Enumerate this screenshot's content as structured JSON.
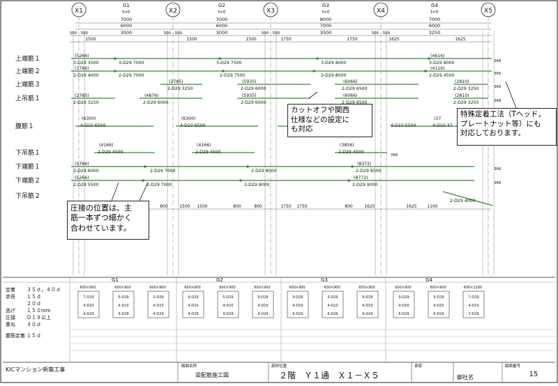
{
  "grid_axes": [
    "X1",
    "X2",
    "X3",
    "X4",
    "X5"
  ],
  "spans": [
    {
      "name": "G1",
      "note": "t=0",
      "dims": [
        "7000",
        "6000",
        "3000"
      ]
    },
    {
      "name": "G2",
      "note": "t=0",
      "dims": [
        "7000",
        "6000",
        "3000"
      ]
    },
    {
      "name": "G3",
      "note": "t=0",
      "dims": [
        "8000",
        "7000",
        "3500"
      ]
    },
    {
      "name": "G4",
      "note": "t=0",
      "dims": [
        "7000",
        "6000",
        "3250"
      ]
    }
  ],
  "support_labels": [
    "500",
    "500",
    "500",
    "500",
    "500",
    "500",
    "500",
    "500"
  ],
  "top_dims": [
    "1500",
    "1500",
    "1500",
    "1750",
    "1750",
    "1625",
    "1625"
  ],
  "rows": [
    {
      "label": "上端筋１"
    },
    {
      "label": "上端筋２"
    },
    {
      "label": "上端筋３"
    },
    {
      "label": "上吊筋１"
    },
    {
      "label": "腹筋１"
    },
    {
      "label": "下吊筋１"
    },
    {
      "label": "下端筋１"
    },
    {
      "label": "下端筋２"
    },
    {
      "label": "下吊筋２"
    }
  ],
  "bars": {
    "row0": [
      {
        "txt": "3-D29 3500",
        "sub": "(5266)"
      },
      {
        "txt": "3-D29 7000",
        "sub": ""
      },
      {
        "txt": "3-D29 7500",
        "sub": ""
      },
      {
        "txt": "3-D29 8000",
        "sub": ""
      },
      {
        "txt": "3-D29 8000",
        "sub": "(4616)"
      }
    ],
    "row1": [
      {
        "txt": "2-D29 4000",
        "sub": "(3766)"
      },
      {
        "txt": "2-D29 7000",
        "sub": ""
      },
      {
        "txt": "2-D29 7500",
        "sub": ""
      },
      {
        "txt": "2-D29 8000",
        "sub": ""
      },
      {
        "txt": "2-D29 4500",
        "sub": "(4116)"
      }
    ],
    "row2": [
      {
        "txt": "2-D29 3250",
        "sub": "(2785)"
      },
      {
        "txt": "2-D29 6000",
        "sub": "(5935)"
      },
      {
        "txt": "2-D29 6500",
        "sub": "(6066)"
      },
      {
        "txt": "2-D29 3250",
        "sub": "(2810)"
      }
    ],
    "row3": [
      {
        "txt": "2-D29 3250",
        "sub": "(2785)"
      },
      {
        "txt": "2-D29 6000",
        "sub": "(4876)"
      },
      {
        "txt": "2-D29 6000",
        "sub": "(5935)"
      },
      {
        "txt": "2-D29 6500",
        "sub": "(6066)"
      },
      {
        "txt": "2-D29 3250",
        "sub": "(2810)"
      }
    ],
    "row4": [
      {
        "txt": "4-D10 6500",
        "sub": "(6300)"
      },
      {
        "txt": "4-D10 6500",
        "sub": "(6300)"
      },
      {
        "txt": "4-D10 5500",
        "sub": ""
      },
      {
        "txt": "4-D10 37",
        "sub": "(37"
      }
    ],
    "row5": [
      {
        "txt": "2-D29 4500",
        "sub": "(4166)"
      },
      {
        "txt": "2-D29 4500",
        "sub": "(4166)"
      },
      {
        "txt": "2-D29 4500",
        "sub": "(3856)"
      }
    ],
    "row6": [
      {
        "txt": "2-D29 6000",
        "sub": "(5766)"
      },
      {
        "txt": "2-D29 7000",
        "sub": ""
      },
      {
        "txt": "2-D29 8000",
        "sub": ""
      },
      {
        "txt": "2-D29 8500",
        "sub": "(8372)"
      }
    ],
    "row7": [
      {
        "txt": "2-D29 5500",
        "sub": "(5266)"
      },
      {
        "txt": "2-D29 7000",
        "sub": ""
      },
      {
        "txt": "2-D29 8000",
        "sub": ""
      },
      {
        "txt": "2-D29 9000",
        "sub": "(8772)"
      }
    ],
    "row8": [
      {
        "txt": "2-D29 4000",
        "sub": ""
      }
    ]
  },
  "end_labels": [
    "366",
    "366",
    "366",
    "366",
    "366",
    "366",
    "366"
  ],
  "bottom_dims": [
    "1500",
    "800",
    "800",
    "1500",
    "1500",
    "800",
    "800",
    "1750",
    "1750",
    "800",
    "1625",
    "1625",
    "1100"
  ],
  "callouts": {
    "cutoff": [
      "カットオフや関西",
      "仕様などの設定に",
      "も対応"
    ],
    "anchor": [
      "特殊定着工法（Tヘッド，",
      "プレートナット等）にも",
      "対応しております。"
    ],
    "joint": [
      "圧接の位置は、主",
      "筋一本ずつ細かく",
      "合わせています。"
    ]
  },
  "notes": [
    {
      "k": "定着",
      "v": "３５ｄ，４０ｄ"
    },
    {
      "k": "余長",
      "v": "１５ｄ"
    },
    {
      "k": "",
      "v": "２０ｄ"
    },
    {
      "k": "逃げ",
      "v": "１５０mm"
    },
    {
      "k": "圧接",
      "v": "Ｄ１９以上"
    },
    {
      "k": "重ね",
      "v": "４０ｄ"
    },
    {
      "k": "腹筋定着",
      "v": "１５ｄ"
    }
  ],
  "sections": {
    "girders": [
      "G1",
      "G2",
      "G3",
      "G4"
    ],
    "size_labels": [
      "600×900",
      "600×900",
      "600×900",
      "600×900",
      "600×900",
      "600×900",
      "600×900",
      "600×900",
      "600×900",
      "600×900",
      "600×900",
      "600×1100"
    ],
    "bar_labels": [
      {
        "top": "7-D29",
        "mid": "4-D10",
        "bot": "4-D29"
      },
      {
        "top": "5-D29",
        "mid": "4-D10",
        "bot": "4-D29"
      },
      {
        "top": "2-D29",
        "mid": "4-D10",
        "bot": "4-D29"
      },
      {
        "top": "9-D29",
        "mid": "4-D10",
        "bot": "4-D29"
      },
      {
        "top": "5-D29",
        "mid": "4-D10",
        "bot": "4-D29"
      },
      {
        "top": "9-D29",
        "mid": "4-D10",
        "bot": "4-D29"
      },
      {
        "top": "9-D29",
        "mid": "4-D10",
        "bot": "6-D29"
      },
      {
        "top": "5-D29",
        "mid": "4-D10",
        "bot": "6-D29"
      },
      {
        "top": "9-D29",
        "mid": "4-D10",
        "bot": "6-D29"
      },
      {
        "top": "9-D29",
        "mid": "4-D10",
        "bot": "6-D29"
      },
      {
        "top": "5-D29",
        "mid": "4-D10",
        "bot": "6-D29"
      },
      {
        "top": "7-D29",
        "mid": "4-D10",
        "bot": "7-D29"
      }
    ]
  },
  "titleblock": {
    "project": "KICマンション新築工事",
    "drawing_name_label": "図面名称",
    "drawing_name": "梁配筋施工図",
    "location_label": "部材位置",
    "location": "２階　Ｙ１通　Ｘ１－Ｘ５",
    "approval_label": "承認",
    "company": "御社名",
    "sheet_no_label": "図面番号",
    "sheet_no": "15"
  },
  "colors": {
    "rebar": "#2e8b2e",
    "line": "#444444",
    "frame": "#222222"
  }
}
